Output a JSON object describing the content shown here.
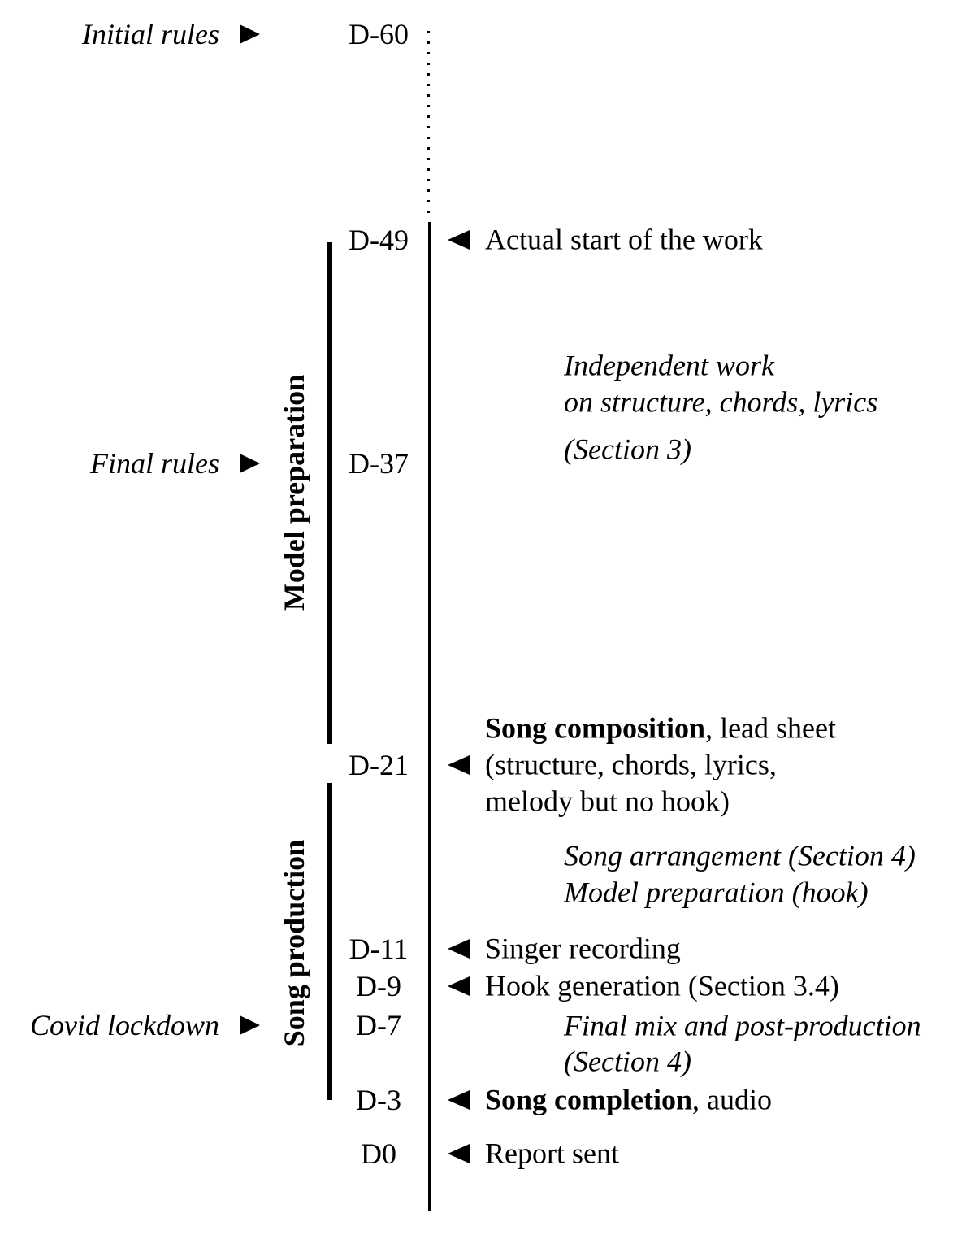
{
  "day_labels": {
    "d60": "D-60",
    "d49": "D-49",
    "d37": "D-37",
    "d21": "D-21",
    "d11": "D-11",
    "d9": "D-9",
    "d7": "D-7",
    "d3": "D-3",
    "d0": "D0"
  },
  "milestones": {
    "initial_rules": "Initial rules",
    "final_rules": "Final rules",
    "covid_lockdown": "Covid lockdown"
  },
  "phases": {
    "model_preparation": "Model preparation",
    "song_production": "Song production"
  },
  "events": {
    "actual_start": "Actual start of the work",
    "song_composition_bold": "Song composition",
    "song_composition_rest": ", lead sheet",
    "song_composition_line2": "(structure, chords, lyrics,",
    "song_composition_line3": "melody but no hook)",
    "singer_recording": "Singer recording",
    "hook_generation": "Hook generation (Section 3.4)",
    "song_completion_bold": "Song completion",
    "song_completion_rest": ", audio",
    "report_sent": "Report sent"
  },
  "annotations": {
    "independent_line1": "Independent work",
    "independent_line2": "on structure, chords, lyrics",
    "independent_line3": "(Section 3)",
    "arrangement_line1": "Song arrangement (Section 4)",
    "arrangement_line2": "Model preparation (hook)",
    "finalmix_line1": "Final mix and post-production",
    "finalmix_line2": "(Section 4)"
  },
  "colors": {
    "ink": "#000000",
    "background": "#ffffff"
  }
}
